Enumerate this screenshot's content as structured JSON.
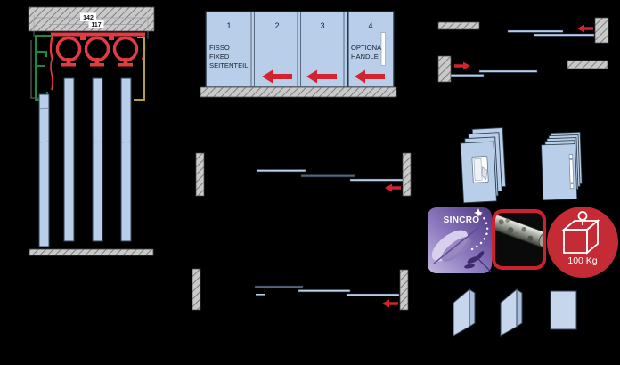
{
  "elevation": {
    "outer_dimension": "142",
    "inner_dimension": "117"
  },
  "four_panel_diagram": {
    "panels": [
      {
        "number": "1",
        "lines": [
          "FISSO",
          "FIXED",
          "SEITENTEIL"
        ]
      },
      {
        "number": "2",
        "lines": []
      },
      {
        "number": "3",
        "lines": []
      },
      {
        "number": "4",
        "lines": [
          "OPTIONAL",
          "HANDLE"
        ]
      }
    ]
  },
  "badges": {
    "sincro_label": "SINCRO",
    "weight_label": "100 Kg"
  },
  "colors": {
    "background": "#000000",
    "glass_blue": "#b9cfe9",
    "glass_border": "#33435a",
    "hatch_fill": "#c9c9c9",
    "hatch_line": "#7d7d7d",
    "arrow_red": "#d2232e",
    "track_red": "#e23b42",
    "profile_green": "#1b8a46",
    "profile_yellow": "#b3a234",
    "sincro_purple_dark": "#4c3883",
    "sincro_purple_light": "#c3b8e0",
    "badge_red": "#c42b35",
    "rod_border_red": "#cc2130"
  }
}
